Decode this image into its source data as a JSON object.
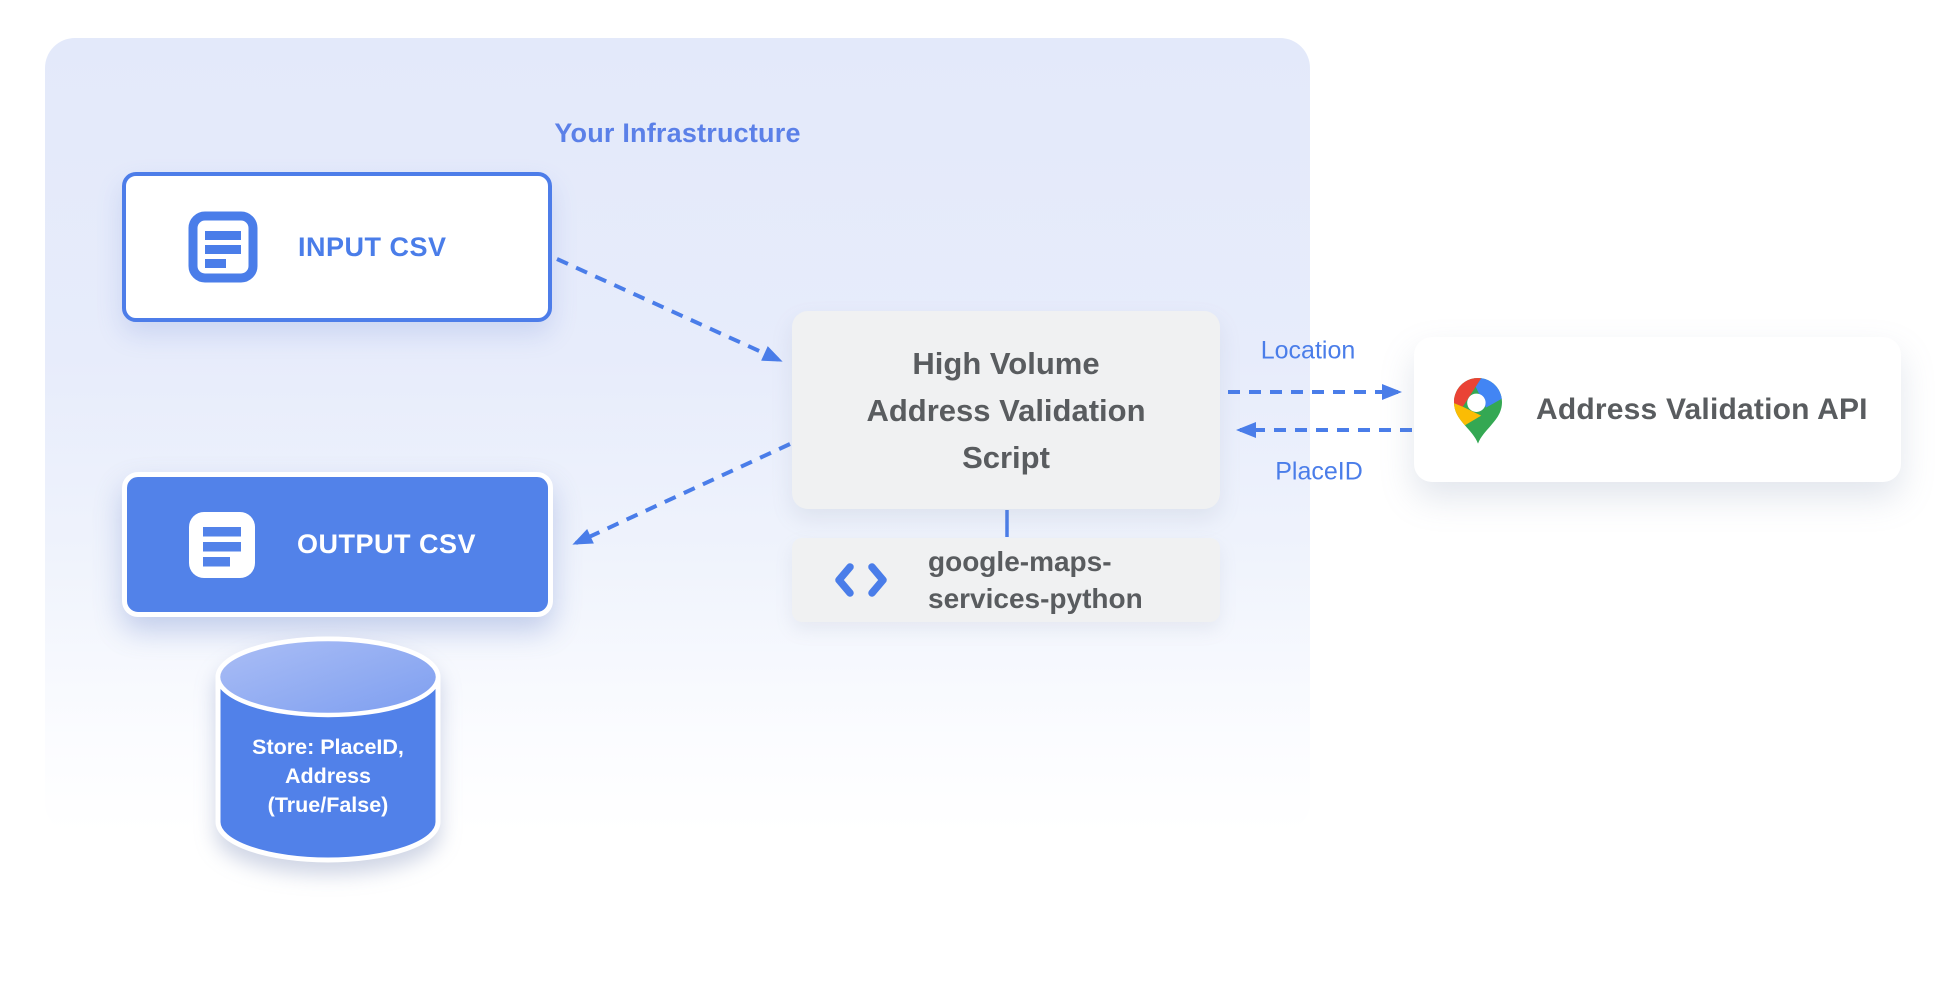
{
  "diagram": {
    "title": "Your Infrastructure"
  },
  "nodes": {
    "input_csv": {
      "label": "INPUT CSV"
    },
    "output_csv": {
      "label": "OUTPUT CSV"
    },
    "datastore": {
      "lines": [
        "Store: PlaceID,",
        "Address",
        "(True/False)"
      ]
    },
    "script": {
      "lines": [
        "High Volume",
        "Address Validation",
        "Script"
      ]
    },
    "library": {
      "lines": [
        "google-maps-",
        "services-python"
      ]
    },
    "api": {
      "label": "Address Validation API"
    }
  },
  "edges": {
    "location_label": "Location",
    "placeid_label": "PlaceID"
  },
  "icons": {
    "input_csv": "csv-file-icon",
    "output_csv": "csv-file-icon",
    "library": "code-brackets-icon",
    "api": "google-maps-pin-icon"
  },
  "colors": {
    "accent_blue": "#4a7de9",
    "title_blue": "#5b80e8",
    "fill_blue": "#5282e9",
    "container_lavender": "#e3e9fa",
    "box_gray": "#f0f1f2",
    "text_gray": "#595c5f",
    "pin_blue": "#4285F4",
    "pin_red": "#EA4335",
    "pin_yellow": "#FBBC04",
    "pin_green": "#34A853"
  }
}
